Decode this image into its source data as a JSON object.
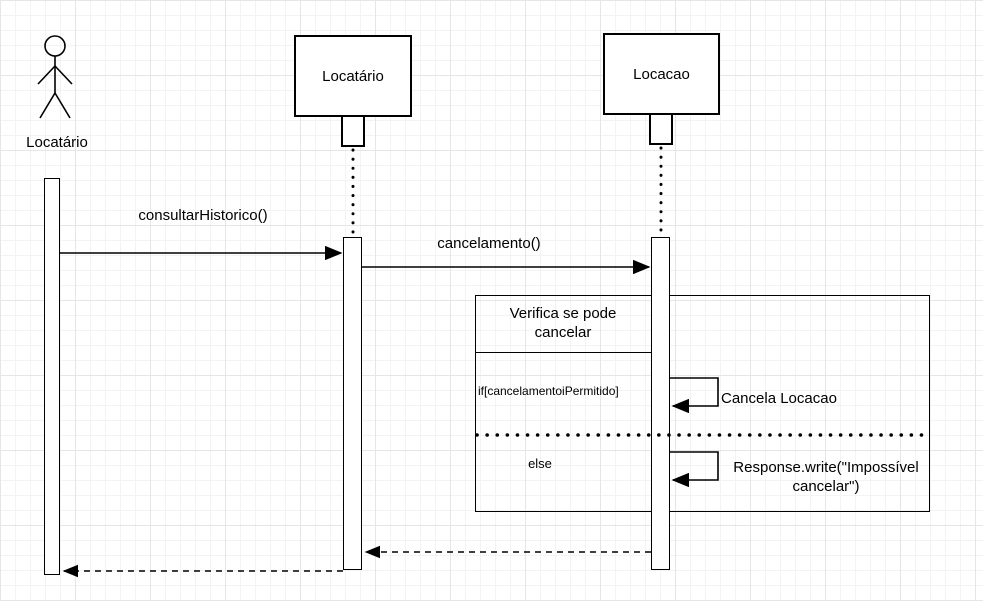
{
  "diagram": {
    "actor": {
      "label": "Locatário"
    },
    "objects": [
      {
        "label": "Locatário"
      },
      {
        "label": "Locacao"
      }
    ],
    "messages": [
      {
        "label": "consultarHistorico()"
      },
      {
        "label": "cancelamento()"
      }
    ],
    "fragment": {
      "title": "Verifica se pode cancelar",
      "guard_if": "if[cancelamentoiPermitido]",
      "action_if": "Cancela Locacao",
      "guard_else": "else",
      "action_else": "Response.write(\"Impossível cancelar\")"
    }
  }
}
